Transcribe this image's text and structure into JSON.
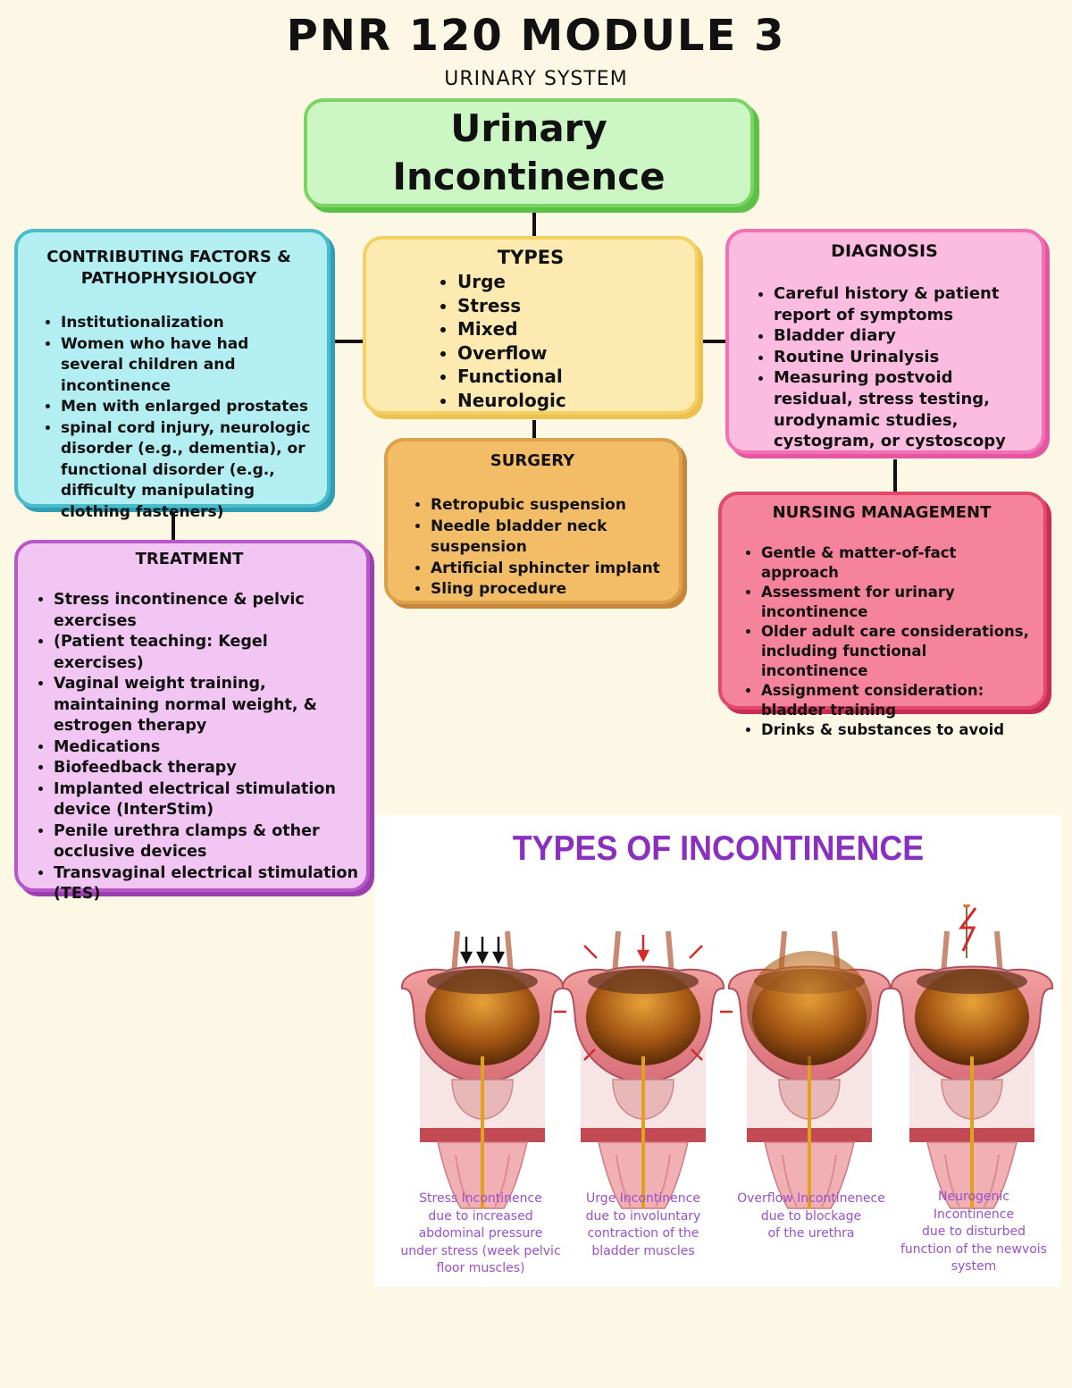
{
  "header": {
    "title": "PNR 120 MODULE 3",
    "subtitle": "URINARY SYSTEM"
  },
  "main": {
    "line1": "Urinary",
    "line2": "Incontinence"
  },
  "contributing": {
    "title_line1": "CONTRIBUTING FACTORS &",
    "title_line2": "PATHOPHYSIOLOGY",
    "items": [
      "Institutionalization",
      "Women who have had several children and incontinence",
      "Men with enlarged prostates",
      "spinal cord injury, neurologic disorder (e.g., dementia), or functional disorder (e.g., difficulty manipulating clothing fasteners)"
    ]
  },
  "types": {
    "title": "TYPES",
    "items": [
      "Urge",
      "Stress",
      "Mixed",
      "Overflow",
      "Functional",
      "Neurologic"
    ]
  },
  "diagnosis": {
    "title": "DIAGNOSIS",
    "items": [
      "Careful history & patient report of symptoms",
      "Bladder diary",
      "Routine Urinalysis",
      "Measuring postvoid residual, stress testing, urodynamic studies, cystogram, or cystoscopy"
    ]
  },
  "surgery": {
    "title": "SURGERY",
    "items": [
      "Retropubic suspension",
      "Needle bladder neck suspension",
      "Artificial sphincter implant",
      "Sling procedure"
    ]
  },
  "nursing": {
    "title": "NURSING MANAGEMENT",
    "items": [
      "Gentle & matter-of-fact approach",
      "Assessment for urinary incontinence",
      "Older adult care considerations, including functional incontinence",
      "Assignment consideration: bladder training",
      "Drinks & substances to avoid"
    ]
  },
  "treatment": {
    "title": "TREATMENT",
    "items": [
      "Stress incontinence & pelvic exercises",
      "(Patient teaching: Kegel exercises)",
      "Vaginal weight training, maintaining normal weight, & estrogen therapy",
      "Medications",
      "Biofeedback therapy",
      "Implanted electrical stimulation device (InterStim)",
      "Penile urethra clamps & other occlusive devices",
      "Transvaginal electrical stimulation (TES)"
    ]
  },
  "illustration": {
    "title": "TYPES OF INCONTINENCE",
    "captions": [
      "Stress Incontinence due to increased abdominal pressure under stress (week pelvic floor muscles)",
      "Urge Incontinence due to involuntary contraction of the bladder muscles",
      "Overflow Incontinenece due to blockage of the urethra",
      "Neurogenic Incontinence due to disturbed function of the newvois system"
    ],
    "caption_lines": [
      [
        "Stress Incontinence",
        "due to increased",
        "abdominal pressure",
        "under stress (week pelvic",
        "floor muscles)"
      ],
      [
        "Urge Incontinence",
        "due to involuntary",
        "contraction of the",
        "bladder muscles"
      ],
      [
        "Overflow Incontinenece",
        "due to blockage",
        "of the urethra"
      ],
      [
        "Neurogenic",
        "Incontinence",
        "due to disturbed",
        "function of the newvois",
        "system"
      ]
    ]
  }
}
